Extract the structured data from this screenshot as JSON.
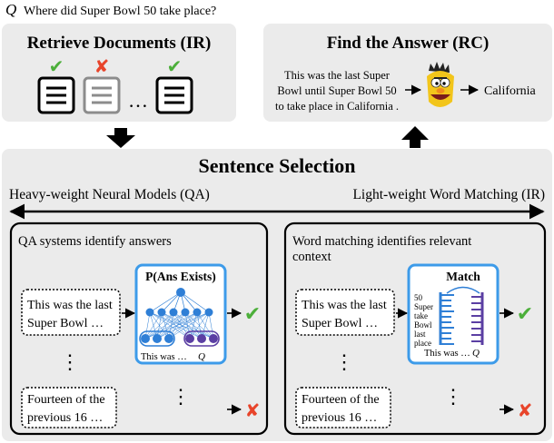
{
  "question": {
    "symbol": "Q",
    "text": "Where did Super Bowl 50 take place?"
  },
  "retrieve": {
    "title": "Retrieve Documents (IR)",
    "ellipsis": "…"
  },
  "answer": {
    "title": "Find the Answer (RC)",
    "passage_lines": [
      "This was the last Super",
      "Bowl until Super Bowl 50",
      "to take place in California ."
    ],
    "result": "California"
  },
  "selection": {
    "title": "Sentence Selection",
    "left_label": "Heavy-weight Neural Models (QA)",
    "right_label": "Light-weight Word Matching (IR)",
    "qa_panel": {
      "title": "QA systems identify answers",
      "box_title": "P(Ans Exists)",
      "input_caption": "This was …",
      "input_q": "Q",
      "sentence1": [
        "This was the last",
        "Super Bowl …"
      ],
      "sentence2": [
        "Fourteen of the",
        "previous 16 …"
      ]
    },
    "word_panel": {
      "title_lines": [
        "Word matching identifies relevant",
        "context"
      ],
      "box_title": "Match",
      "words": [
        "50",
        "Super",
        "take",
        "Bowl",
        "last",
        "place"
      ],
      "input_caption": "This was …",
      "input_q": "Q",
      "sentence1": [
        "This was the last",
        "Super Bowl …"
      ],
      "sentence2": [
        "Fourteen of the",
        "previous 16 …"
      ]
    }
  },
  "colors": {
    "panel_gray": "#ebebeb",
    "net_blue": "#2f7fd6",
    "box_blue": "#3d9be9",
    "purple": "#5b3fa3",
    "check_green": "#4caf3a",
    "cross_red": "#e8442a"
  },
  "icons": {
    "check": "✔",
    "cross": "✘",
    "vertical_ellipsis": "⋮",
    "mascot": "bert-puppet-icon"
  }
}
